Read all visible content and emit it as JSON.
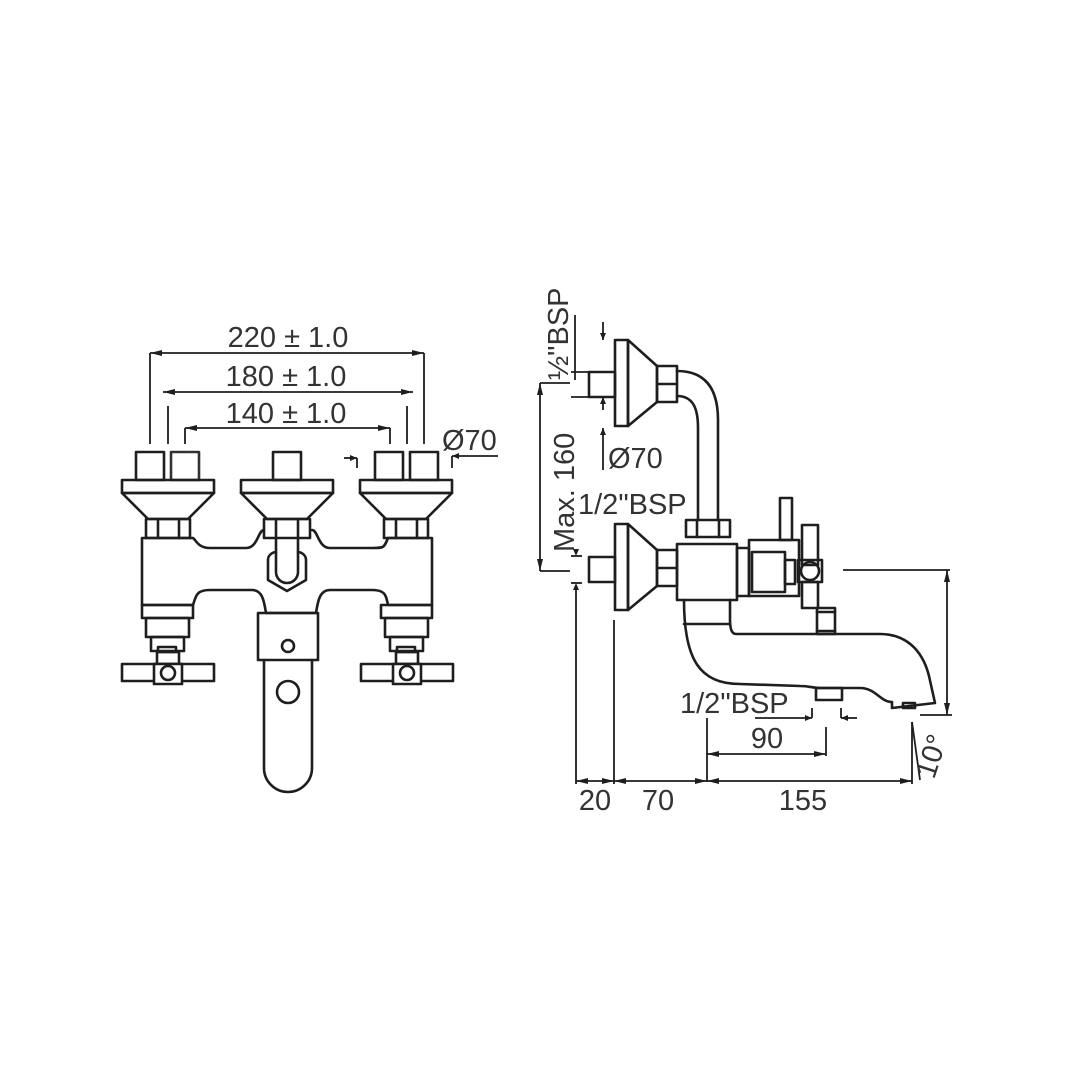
{
  "drawing": {
    "title": "Bath shower mixer technical drawing",
    "line_color": "#1e1e1e",
    "text_color": "#333333",
    "background": "#ffffff"
  },
  "front_view": {
    "dim_overall": "220 ± 1.0",
    "dim_centers_outer": "180 ± 1.0",
    "dim_centers_inner": "140 ± 1.0",
    "dim_flange_diameter": "Ø70"
  },
  "side_view": {
    "dim_top_inlet_thread": "½\"BSP",
    "dim_flange_diameter": "Ø70",
    "dim_lower_inlet_thread": "1/2\"BSP",
    "dim_max_height": "Max. 160",
    "dim_outlet_thread": "1/2\"BSP",
    "dim_outlet_offset": "90",
    "dim_wall_offset": "20",
    "dim_body_offset": "70",
    "dim_spout_reach": "155",
    "dim_spout_angle": "10°"
  }
}
